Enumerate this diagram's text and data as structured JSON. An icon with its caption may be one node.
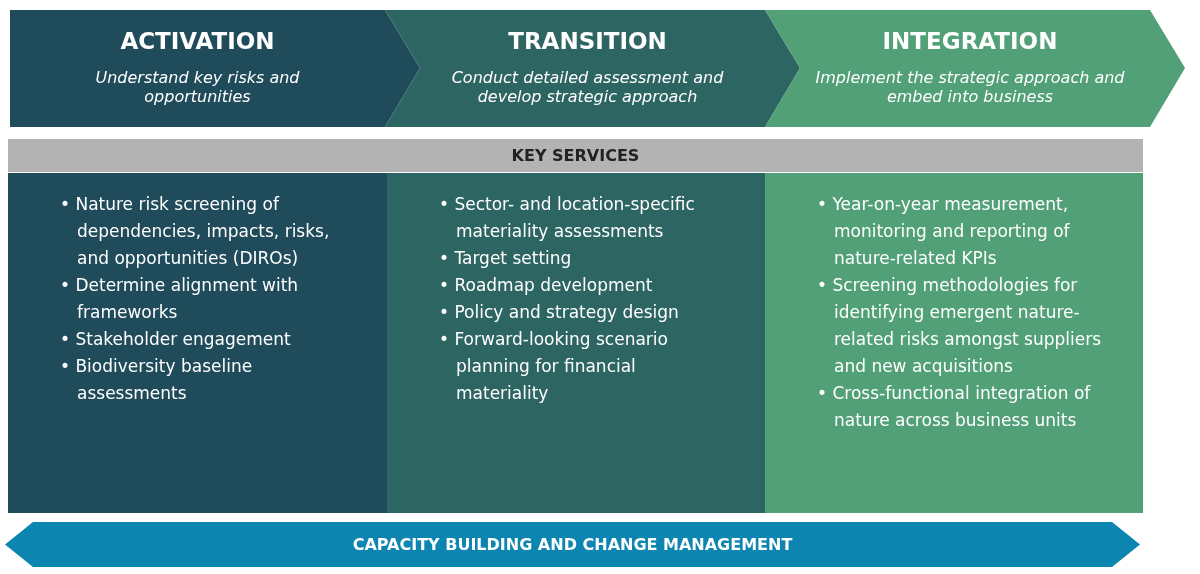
{
  "diagram": {
    "nodes": [
      {
        "text": [
          "ACTIVATION",
          "Understand key risks and opportunities"
        ]
      },
      {
        "text": [
          "TRANSITION",
          "Conduct detailed assessment and develop strategic approach"
        ]
      },
      {
        "text": [
          "INTEGRATION",
          "Implement the strategic approach and embed into business"
        ]
      },
      {
        "text": [
          "KEY SERVICES"
        ]
      },
      {
        "text": [
          "• Nature risk screening of dependencies, impacts, risks, and opportunities (DIROs)",
          "• Determine alignment with frameworks",
          "• Stakeholder engagement",
          "• Biodiversity baseline assessments"
        ]
      },
      {
        "text": [
          "• Sector- and location-specific materiality assessments",
          "• Target setting",
          "• Roadmap development",
          "• Policy and strategy design",
          "• Forward-looking scenario planning for financial materiality"
        ]
      },
      {
        "text": [
          "• Year-on-year measurement, monitoring and reporting of nature-related KPIs",
          "• Screening methodologies for identifying emergent nature-related risks amongst suppliers and new acquisitions",
          "• Cross-functional integration of nature across business units"
        ]
      },
      {
        "text": [
          "CAPACITY BUILDING AND CHANGE MANAGEMENT"
        ]
      }
    ]
  }
}
